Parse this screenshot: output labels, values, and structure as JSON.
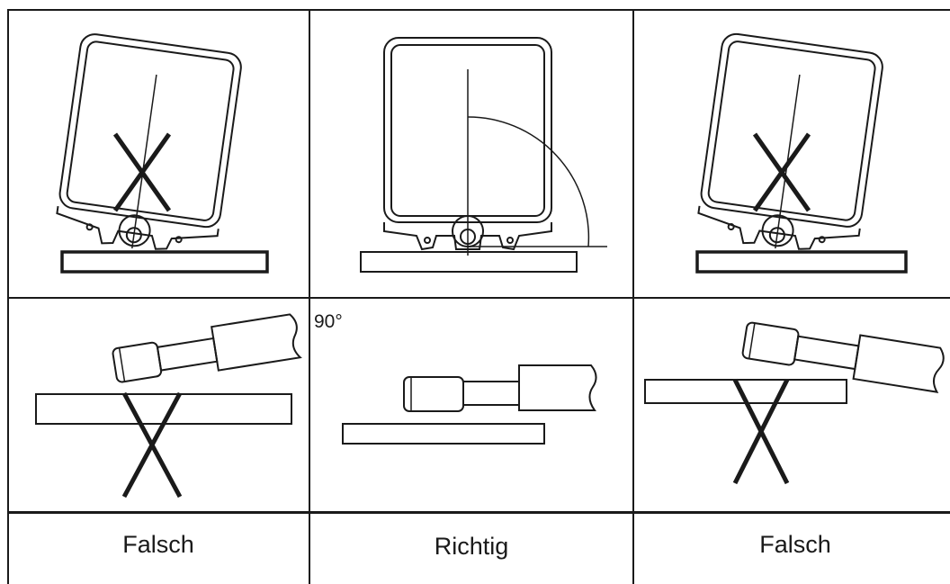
{
  "labels": {
    "left": "Falsch",
    "middle": "Richtig",
    "right": "Falsch"
  },
  "angle_label": "90°",
  "marks": {
    "wrong_mark": "X",
    "wrong_color": "#1a1a1a",
    "line_color": "#1a1a1a"
  }
}
